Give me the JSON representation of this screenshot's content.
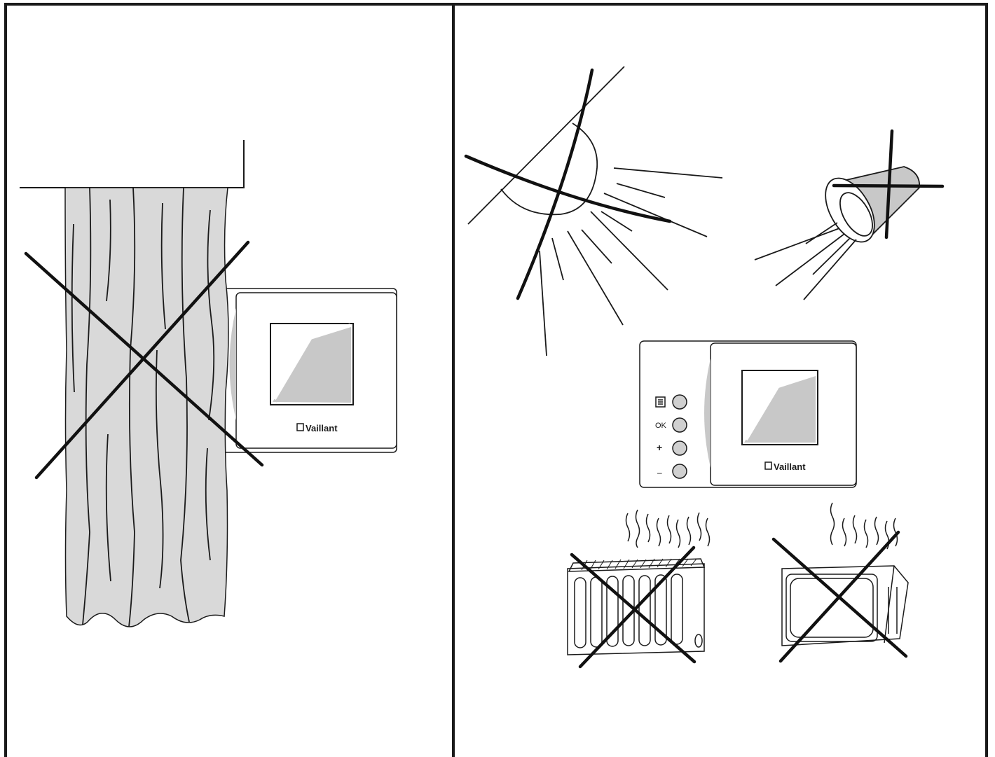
{
  "panels": [
    {
      "id": "left",
      "topic": "do-not-cover-with-curtain",
      "prohibited": true
    },
    {
      "id": "right",
      "topic": "avoid-heat-and-sunlight"
    }
  ],
  "device": {
    "brand": "Vaillant",
    "buttons": [
      {
        "id": "menu",
        "label": "",
        "icon": "menu-icon"
      },
      {
        "id": "ok",
        "label": "OK"
      },
      {
        "id": "plus",
        "label": "+"
      },
      {
        "id": "minus",
        "label": "–"
      }
    ]
  },
  "hazards": [
    {
      "id": "sun",
      "icon": "sun-icon",
      "prohibited": true
    },
    {
      "id": "spotlight",
      "icon": "spotlight-icon",
      "prohibited": true
    },
    {
      "id": "radiator",
      "icon": "radiator-icon",
      "prohibited": true
    },
    {
      "id": "oven",
      "icon": "oven-icon",
      "prohibited": true
    }
  ],
  "colors": {
    "line": "#1a1a1a",
    "curtain": "#d9d9d9",
    "screen": "#c8c8c8",
    "cross": "#111111"
  }
}
